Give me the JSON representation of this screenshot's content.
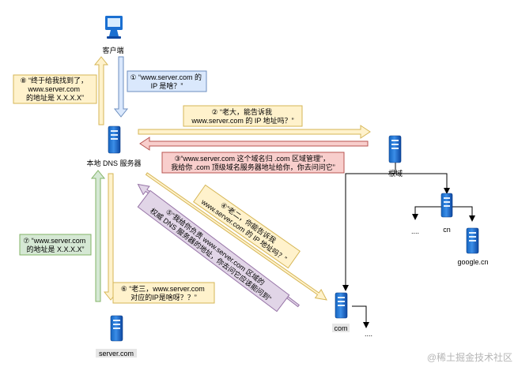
{
  "nodes": {
    "client": "客户端",
    "local_dns": "本地 DNS 服务器",
    "root": "根域",
    "cn": "cn",
    "google_cn": "google.cn",
    "com": "com",
    "server_com": "server.com",
    "dots_left": "....",
    "dots_right": "...."
  },
  "messages": {
    "m1": [
      "① “www.server.com 的",
      "IP 是啥？”"
    ],
    "m2": [
      "② “老大，能告诉我",
      "www.server.com 的 IP 地址吗？”"
    ],
    "m3": [
      "③“www.server.com 这个域名归 .com 区域管理”，",
      "我给你 .com 顶级域名服务器地址给你，你去问问它”"
    ],
    "m4": [
      "④“老二，你能告诉我",
      "www.server.com 的 IP 地址吗？”"
    ],
    "m5": [
      "⑤“我给你负责 www.server.com 区域的",
      "权威 DNS 服务器的地址，你去问它应该能问到”"
    ],
    "m6": [
      "⑥ “老三，www.server.com",
      "对应的IP是啥呀？？”"
    ],
    "m7": [
      "⑦ “www.server.com",
      "的地址是 X.X.X.X”"
    ],
    "m8": [
      "⑧ “终于给我找到了，",
      "www.server.com",
      "的地址是 X.X.X.X”"
    ]
  },
  "watermark": "@稀土掘金技术社区",
  "colors": {
    "blue_arrow": "#6c8ebf",
    "blue_fill": "#dae8fc",
    "yellow_arrow": "#d6b656",
    "yellow_fill": "#fff2cc",
    "red_arrow": "#b85450",
    "red_fill": "#f8cecc",
    "green_arrow": "#82b366",
    "green_fill": "#d5e8d4",
    "purple_arrow": "#9673a6",
    "purple_fill": "#e1d5e7",
    "server_blue": "#1a6fd1"
  }
}
